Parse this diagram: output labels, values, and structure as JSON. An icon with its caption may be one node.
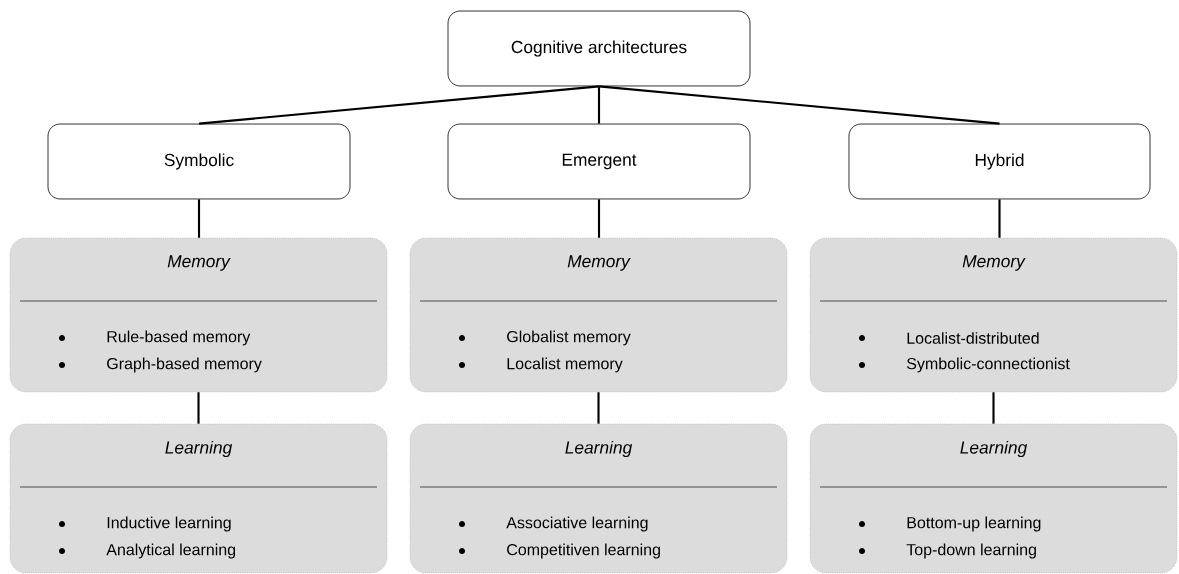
{
  "diagram": {
    "nodes": [
      {
        "text": [
          "Cognitive architectures"
        ]
      },
      {
        "text": [
          "Symbolic"
        ]
      },
      {
        "text": [
          "Emergent"
        ]
      },
      {
        "text": [
          "Hybrid"
        ]
      },
      {
        "text": [
          "Memory",
          "Rule-based memory",
          "Graph-based memory"
        ]
      },
      {
        "text": [
          "Memory",
          "Globalist memory",
          "Localist memory"
        ]
      },
      {
        "text": [
          "Memory",
          "Localist-distributed",
          "Symbolic-connectionist"
        ]
      },
      {
        "text": [
          "Learning",
          "Inductive learning",
          "Analytical learning"
        ]
      },
      {
        "text": [
          "Learning",
          "Associative learning",
          "Competitiven learning"
        ]
      },
      {
        "text": [
          "Learning",
          "Bottom-up learning",
          "Top-down learning"
        ]
      }
    ],
    "edges": [
      {
        "from": 0,
        "to": 1,
        "arrow": "none"
      },
      {
        "from": 0,
        "to": 2,
        "arrow": "none"
      },
      {
        "from": 0,
        "to": 3,
        "arrow": "none"
      },
      {
        "from": 1,
        "to": 4,
        "arrow": "none"
      },
      {
        "from": 2,
        "to": 5,
        "arrow": "none"
      },
      {
        "from": 3,
        "to": 6,
        "arrow": "none"
      },
      {
        "from": 4,
        "to": 7,
        "arrow": "none"
      },
      {
        "from": 5,
        "to": 8,
        "arrow": "none"
      },
      {
        "from": 6,
        "to": 9,
        "arrow": "none"
      }
    ]
  }
}
